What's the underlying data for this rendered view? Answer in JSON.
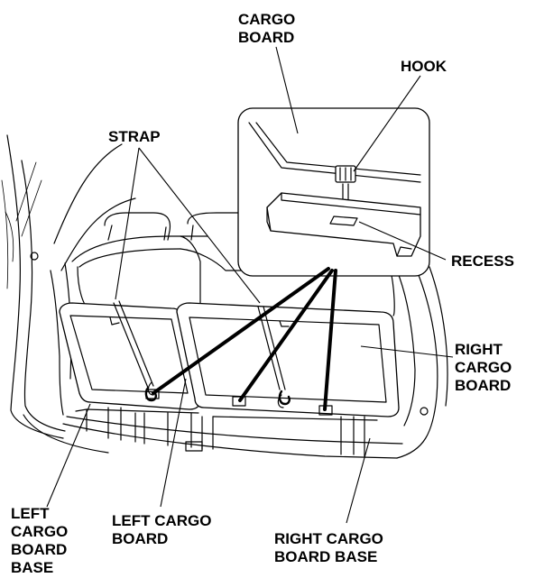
{
  "labels": {
    "cargo_board_top": [
      "CARGO",
      "BOARD"
    ],
    "hook": [
      "HOOK"
    ],
    "strap": [
      "STRAP"
    ],
    "recess": [
      "RECESS"
    ],
    "right_cargo_board": [
      "RIGHT",
      "CARGO",
      "BOARD"
    ],
    "left_cargo_board_base": [
      "LEFT",
      "CARGO",
      "BOARD",
      "BASE"
    ],
    "left_cargo_board": [
      "LEFT CARGO",
      "BOARD"
    ],
    "right_cargo_board_base": [
      "RIGHT CARGO",
      "BOARD BASE"
    ]
  }
}
